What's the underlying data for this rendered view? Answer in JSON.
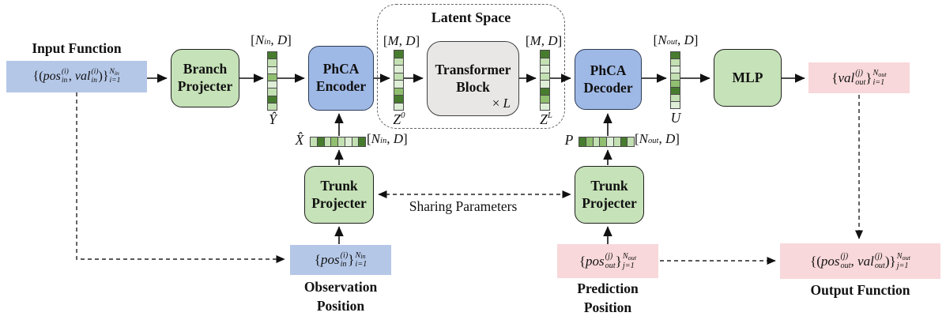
{
  "colors": {
    "box_green": "#c6e2b8",
    "box_blue": "#9fb9e6",
    "box_gray": "#e8e7e5",
    "data_blue": "#b4c7e7",
    "data_pink": "#f8d8da",
    "cell": {
      "dark": "#477c2e",
      "medium": "#90bf70",
      "light": "#c3e0b2",
      "vlight": "#dfeed7"
    }
  },
  "boxes": {
    "branch": "Branch Projecter",
    "encoder": "PhCA Encoder",
    "transformer": "Transformer Block",
    "transformer_repeat": [
      {
        "t": "× "
      },
      {
        "i": "L"
      }
    ],
    "decoder": "PhCA Decoder",
    "mlp": "MLP",
    "trunk_left": "Trunk Projecter",
    "trunk_right": "Trunk Projecter",
    "latent_title": "Latent Space"
  },
  "captions": {
    "input": "Input Function",
    "observation": "Observation Position",
    "prediction": "Prediction Position",
    "output": "Output Function",
    "sharing": "Sharing Parameters"
  },
  "math": {
    "input_set": [
      {
        "t": "{("
      },
      {
        "i": "pos"
      },
      {
        "sup": "(i)",
        "sub": "in"
      },
      {
        "t": ", "
      },
      {
        "i": "val"
      },
      {
        "sup": "(i)",
        "sub": "in"
      },
      {
        "t": ")}"
      },
      {
        "sup": "N_in",
        "sub": "i=1"
      }
    ],
    "observation_set": [
      {
        "t": "{"
      },
      {
        "i": "pos"
      },
      {
        "sup": "(i)",
        "sub": "in"
      },
      {
        "t": "}"
      },
      {
        "sup": "N_in",
        "sub": "i=1"
      }
    ],
    "prediction_set": [
      {
        "t": "{"
      },
      {
        "i": "pos"
      },
      {
        "sup": "(j)",
        "sub": "out"
      },
      {
        "t": "}"
      },
      {
        "sup": "N_out",
        "sub": "j=1"
      }
    ],
    "value_out_set": [
      {
        "t": "{"
      },
      {
        "i": "val"
      },
      {
        "sup": "(j)",
        "sub": "out"
      },
      {
        "t": "}"
      },
      {
        "sup": "N_out",
        "sub": "i=1"
      }
    ],
    "output_set": [
      {
        "t": "{("
      },
      {
        "i": "pos"
      },
      {
        "sup": "(j)",
        "sub": "out"
      },
      {
        "t": ", "
      },
      {
        "i": "val"
      },
      {
        "sup": "(j)",
        "sub": "out"
      },
      {
        "t": ")}"
      },
      {
        "sup": "N_out",
        "sub": "j=1"
      }
    ]
  },
  "dims": {
    "nin_d": [
      {
        "t": "["
      },
      {
        "i": "N"
      },
      {
        "sub": "in"
      },
      {
        "t": ", "
      },
      {
        "i": "D"
      },
      {
        "t": "]"
      }
    ],
    "m_d": [
      {
        "t": "["
      },
      {
        "i": "M"
      },
      {
        "t": ", "
      },
      {
        "i": "D"
      },
      {
        "t": "]"
      }
    ],
    "nout_d": [
      {
        "t": "["
      },
      {
        "i": "N"
      },
      {
        "sub": "out"
      },
      {
        "t": ", "
      },
      {
        "i": "D"
      },
      {
        "t": "]"
      }
    ]
  },
  "tokens": {
    "y_hat": [
      {
        "i": "Ŷ"
      }
    ],
    "x_hat": [
      {
        "i": "X̂"
      }
    ],
    "z0": [
      {
        "i": "Z"
      },
      {
        "sup": "0"
      }
    ],
    "zl": [
      {
        "i": "Z"
      },
      {
        "sup": "L"
      }
    ],
    "u": [
      {
        "i": "U"
      }
    ],
    "p": [
      {
        "i": "P"
      }
    ]
  },
  "bars": {
    "y_hat": [
      "dark",
      "light",
      "vlight",
      "medium",
      "vlight",
      "light",
      "dark",
      "light"
    ],
    "z0": [
      "dark",
      "light",
      "vlight",
      "light",
      "vlight",
      "medium",
      "dark",
      "vlight"
    ],
    "zl": [
      "dark",
      "light",
      "vlight",
      "light",
      "vlight",
      "dark",
      "medium",
      "vlight"
    ],
    "u": [
      "dark",
      "light",
      "vlight",
      "light",
      "medium",
      "dark",
      "light",
      "vlight"
    ],
    "x_hat": [
      "light",
      "dark",
      "light",
      "medium",
      "light",
      "vlight",
      "light",
      "dark"
    ],
    "p": [
      "dark",
      "medium",
      "light",
      "medium",
      "vlight",
      "light",
      "dark",
      "light"
    ]
  }
}
